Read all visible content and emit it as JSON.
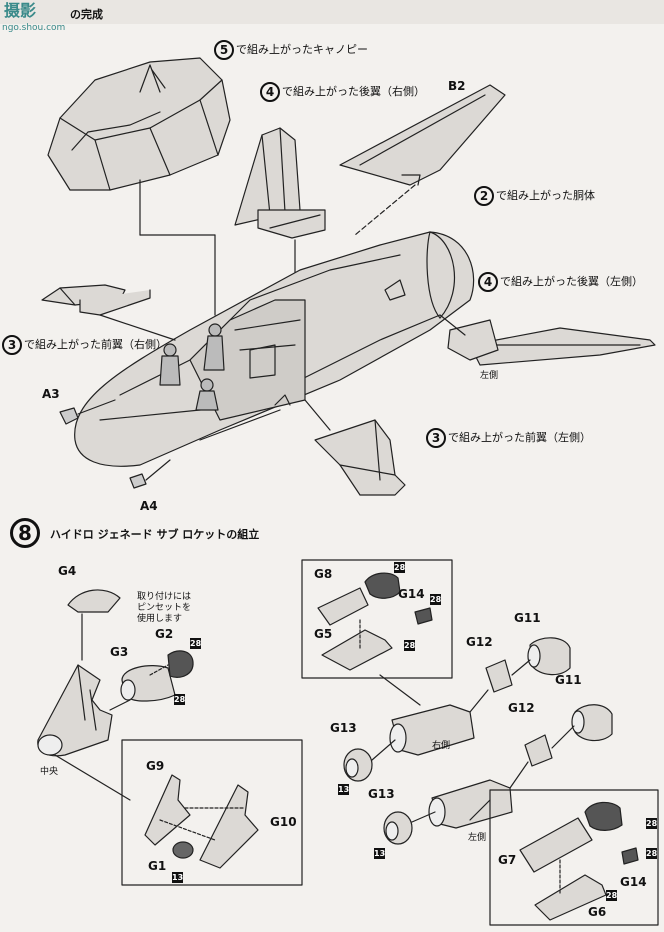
{
  "header": {
    "logo_text": "摄影",
    "site": "ngo.shou.com",
    "top_title": "の完成"
  },
  "labels": {
    "canopy": {
      "num": "5",
      "text": "で組み上がったキャノピー"
    },
    "rear_wing_right": {
      "num": "4",
      "text": "で組み上がった後翼（右側）"
    },
    "b2": "B2",
    "fuselage": {
      "num": "2",
      "text": "で組み上がった胴体"
    },
    "rear_wing_left": {
      "num": "4",
      "text": "で組み上がった後翼（左側）"
    },
    "left_side": "左側",
    "front_wing_right": {
      "num": "3",
      "text": "で組み上がった前翼（右側）"
    },
    "front_wing_left": {
      "num": "3",
      "text": "で組み上がった前翼（左側）"
    },
    "a3": "A3",
    "a4": "A4"
  },
  "step8": {
    "num": "8",
    "title": "ハイドロ ジェネード サブ ロケットの組立"
  },
  "parts": {
    "g4": "G4",
    "note": "取り付けには\nピンセットを\n使用します",
    "g2": "G2",
    "g3": "G3",
    "center": "中央",
    "g9": "G9",
    "g10": "G10",
    "g1": "G1",
    "g8": "G8",
    "g14a": "G14",
    "g5": "G5",
    "g11a": "G11",
    "g12a": "G12",
    "g11b": "G11",
    "g12b": "G12",
    "g13a": "G13",
    "right": "右側",
    "g13b": "G13",
    "left": "左側",
    "g7": "G7",
    "g14b": "G14",
    "g6": "G6"
  },
  "badges": {
    "b28": "28",
    "b13": "13"
  }
}
